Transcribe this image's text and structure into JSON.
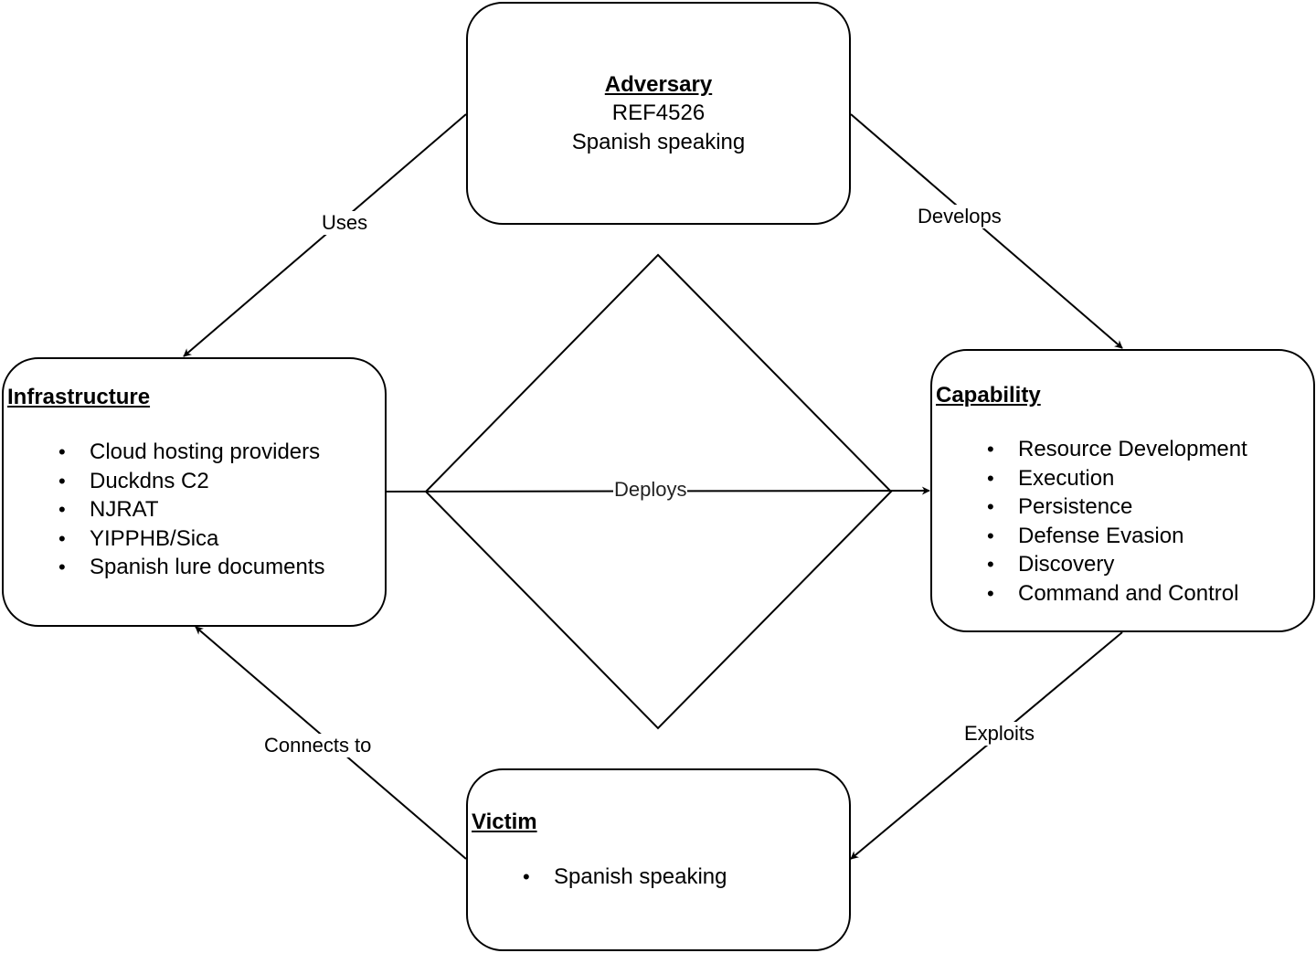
{
  "diagram": {
    "type": "diamond-model",
    "nodes": {
      "adversary": {
        "title": "Adversary",
        "lines": [
          "REF4526",
          "Spanish speaking"
        ]
      },
      "infrastructure": {
        "title": "Infrastructure",
        "items": [
          "Cloud hosting providers",
          "Duckdns C2",
          "NJRAT",
          "YIPPHB/Sica",
          "Spanish lure documents"
        ]
      },
      "capability": {
        "title": "Capability",
        "items": [
          "Resource Development",
          "Execution",
          "Persistence",
          "Defense Evasion",
          "Discovery",
          "Command and Control"
        ]
      },
      "victim": {
        "title": "Victim",
        "items": [
          "Spanish speaking"
        ]
      }
    },
    "edges": {
      "uses": {
        "label": "Uses",
        "from": "Adversary",
        "to": "Infrastructure"
      },
      "develops": {
        "label": "Develops",
        "from": "Adversary",
        "to": "Capability"
      },
      "deploys": {
        "label": "Deploys",
        "from": "Infrastructure",
        "to": "Capability"
      },
      "exploits": {
        "label": "Exploits",
        "from": "Capability",
        "to": "Victim"
      },
      "connects_to": {
        "label": "Connects to",
        "from": "Victim",
        "to": "Infrastructure"
      }
    },
    "colors": {
      "stroke": "#000000",
      "background": "#ffffff"
    }
  }
}
